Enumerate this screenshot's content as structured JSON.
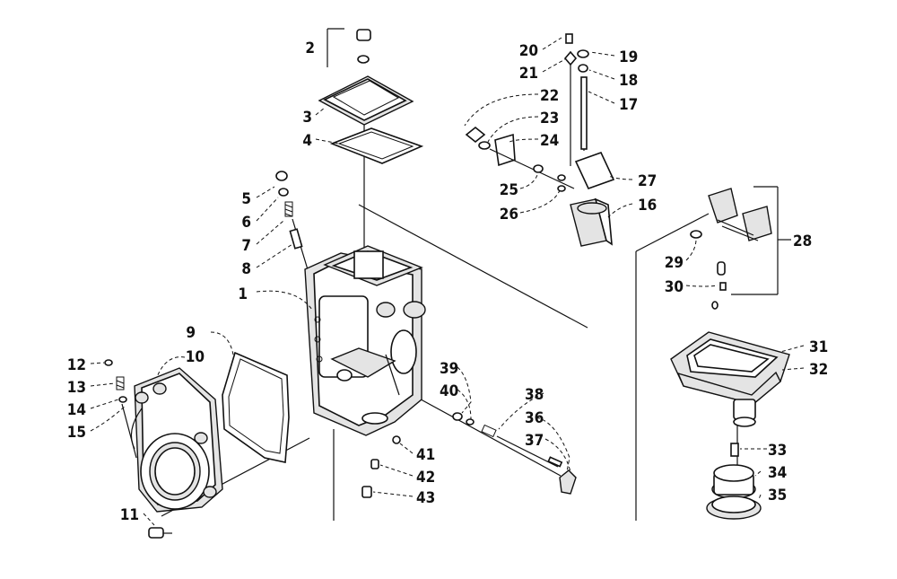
{
  "diagram": {
    "type": "exploded-parts-diagram",
    "callouts": [
      "1",
      "2",
      "3",
      "4",
      "5",
      "6",
      "7",
      "8",
      "9",
      "10",
      "11",
      "12",
      "13",
      "14",
      "15",
      "16",
      "17",
      "18",
      "19",
      "20",
      "21",
      "22",
      "23",
      "24",
      "25",
      "26",
      "27",
      "28",
      "29",
      "30",
      "31",
      "32",
      "33",
      "34",
      "35",
      "36",
      "37",
      "38",
      "39",
      "40",
      "41",
      "42",
      "43"
    ]
  }
}
